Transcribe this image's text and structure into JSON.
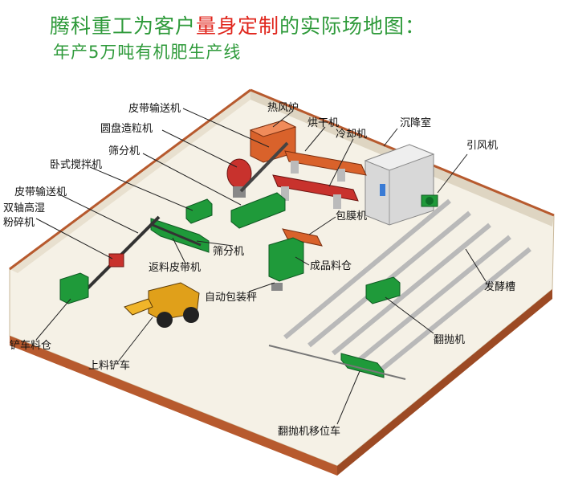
{
  "title": {
    "part1": "腾科重工为客户",
    "highlight": "量身定制",
    "part2": "的实际场地图："
  },
  "subtitle": "年产5万吨有机肥生产线",
  "colors": {
    "title_green": "#2e9a3a",
    "highlight_red": "#e0261d",
    "floor": "#f5f1e6",
    "wall_edge": "#b75a2e",
    "machine_green": "#1f9a3a",
    "dryer_orange": "#d9622b",
    "cooler_red": "#c8322d",
    "chamber_gray": "#d8d8d8"
  },
  "labels": {
    "belt_conveyor_top": "皮带输送机",
    "hot_air_stove": "热风炉",
    "dryer": "烘干机",
    "settling_chamber": "沉降室",
    "cooler": "冷却机",
    "induced_fan": "引风机",
    "disc_granulator": "圆盘造粒机",
    "screener_top": "筛分机",
    "horizontal_mixer": "卧式搅拌机",
    "belt_conveyor_left": "皮带输送机",
    "double_shaft_crusher_1": "双轴高湿",
    "double_shaft_crusher_2": "粉碎机",
    "coating_machine": "包膜机",
    "screener_bottom": "筛分机",
    "return_belt": "返料皮带机",
    "product_bin": "成品料仓",
    "auto_packing_scale": "自动包装秤",
    "fermentation_tank": "发酵槽",
    "turner": "翻抛机",
    "loader_bin": "铲车料仓",
    "loader": "上料铲车",
    "turner_shift_car": "翻抛机移位车"
  }
}
